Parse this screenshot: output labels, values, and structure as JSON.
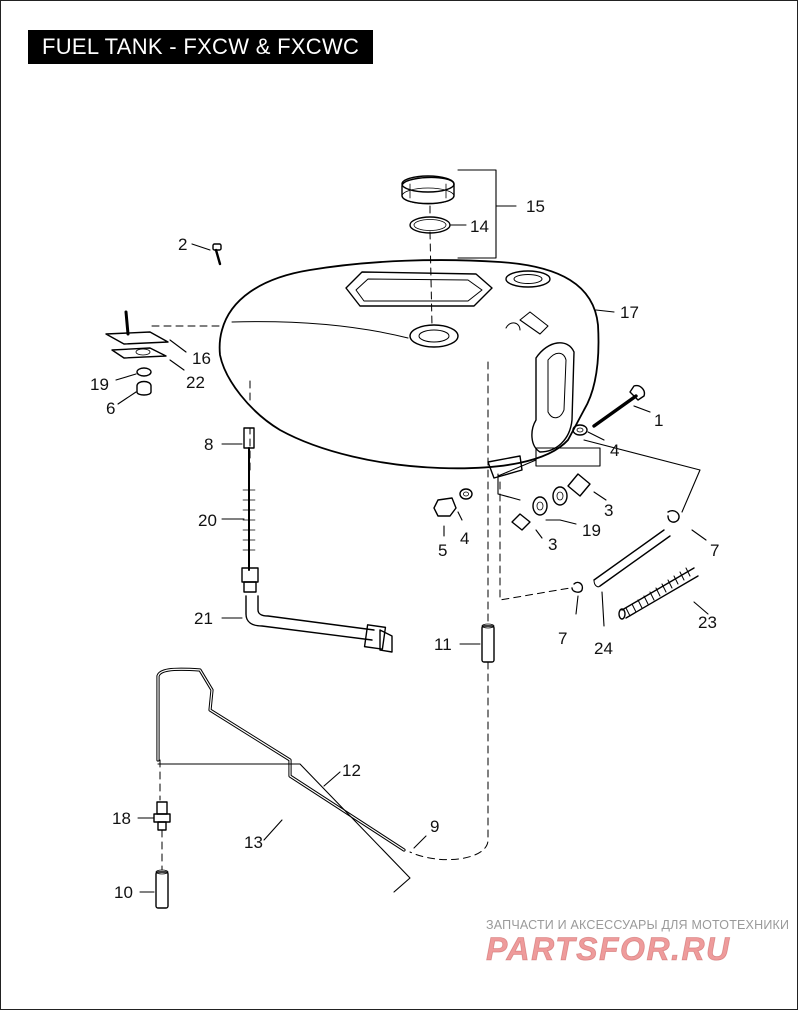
{
  "title": "FUEL TANK - FXCW & FXCWC",
  "watermark": {
    "tagline": "ЗАПЧАСТИ И АКСЕССУАРЫ ДЛЯ МОТОТЕХНИКИ",
    "logo": "PARTSFOR.RU",
    "color": "#e04848"
  },
  "callouts": {
    "c1": "1",
    "c2": "2",
    "c3a": "3",
    "c3b": "3",
    "c4a": "4",
    "c4b": "4",
    "c5": "5",
    "c6": "6",
    "c7a": "7",
    "c7b": "7",
    "c8": "8",
    "c9": "9",
    "c10": "10",
    "c11": "11",
    "c12": "12",
    "c13": "13",
    "c14": "14",
    "c15": "15",
    "c16": "16",
    "c17": "17",
    "c18": "18",
    "c19a": "19",
    "c19b": "19",
    "c20": "20",
    "c21": "21",
    "c22": "22",
    "c23": "23",
    "c24": "24"
  }
}
